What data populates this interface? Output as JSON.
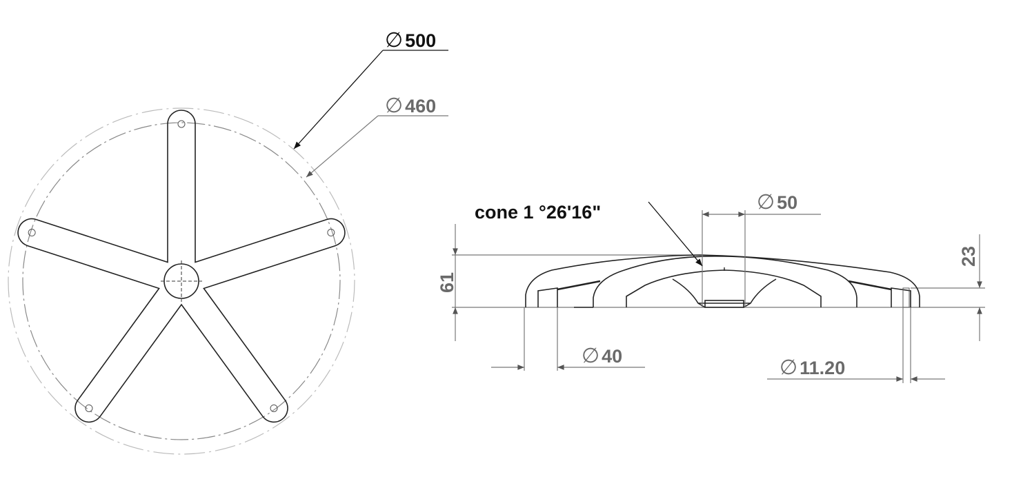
{
  "top_view": {
    "dim_outer": {
      "symbol": "∅",
      "value": "500"
    },
    "dim_pitch": {
      "symbol": "∅",
      "value": "460"
    },
    "arm_count": 5
  },
  "side_view": {
    "cone_label": "cone 1 °26'16\"",
    "dim_bore": {
      "symbol": "∅",
      "value": "50"
    },
    "dim_height": "61",
    "dim_foot_height": "23",
    "dim_foot": {
      "symbol": "∅",
      "value": "40"
    },
    "dim_hole": {
      "symbol": "∅",
      "value": "11.20"
    }
  },
  "colors": {
    "object": "#222222",
    "dimension": "#6a6a6a",
    "emphasis": "#111111"
  }
}
